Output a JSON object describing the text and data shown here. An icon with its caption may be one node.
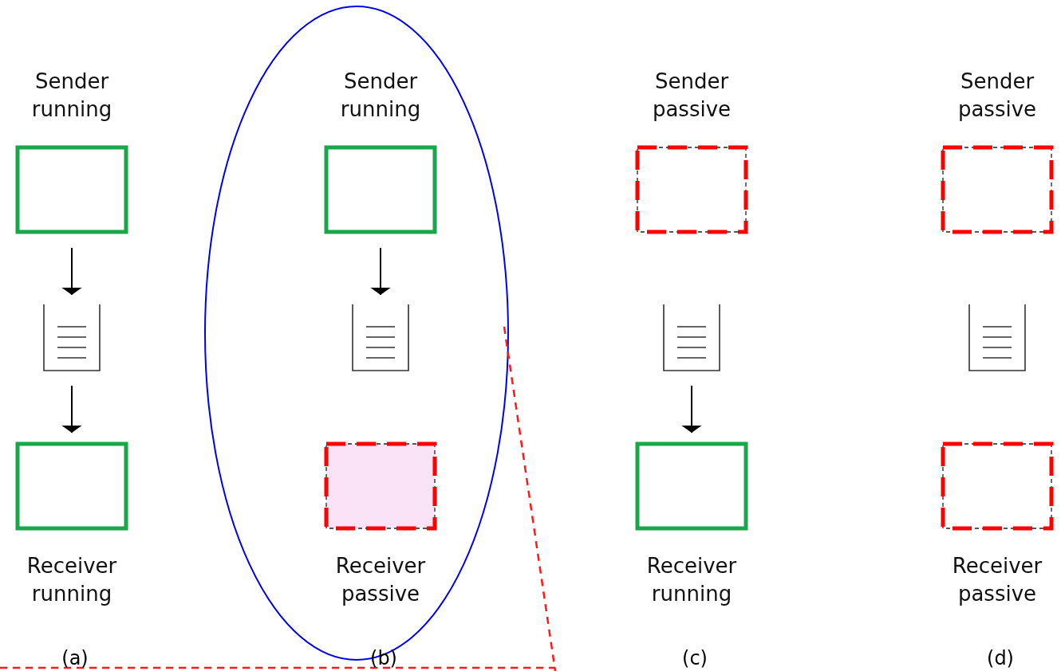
{
  "diagram": {
    "nodes": [
      {
        "text": [
          "Sender running"
        ]
      },
      {
        "text": [],
        "shape": "queue"
      },
      {
        "text": [
          "Receiver running"
        ]
      },
      {
        "text": [
          "Sender running"
        ]
      },
      {
        "text": [],
        "shape": "queue"
      },
      {
        "text": [
          "Receiver passive"
        ]
      },
      {
        "text": [
          "Sender passive"
        ]
      },
      {
        "text": [],
        "shape": "queue"
      },
      {
        "text": [
          "Receiver running"
        ]
      },
      {
        "text": [
          "Sender passive"
        ]
      },
      {
        "text": [],
        "shape": "queue"
      },
      {
        "text": [
          "Receiver passive"
        ]
      }
    ],
    "edges": [
      {
        "from": 0,
        "to": 1,
        "arrow": "to"
      },
      {
        "from": 1,
        "to": 2,
        "arrow": "to"
      },
      {
        "from": 3,
        "to": 4,
        "arrow": "to"
      },
      {
        "from": 7,
        "to": 8,
        "arrow": "to"
      }
    ],
    "labels": [
      "(a)",
      "(b)",
      "(c)",
      "(d)"
    ]
  }
}
